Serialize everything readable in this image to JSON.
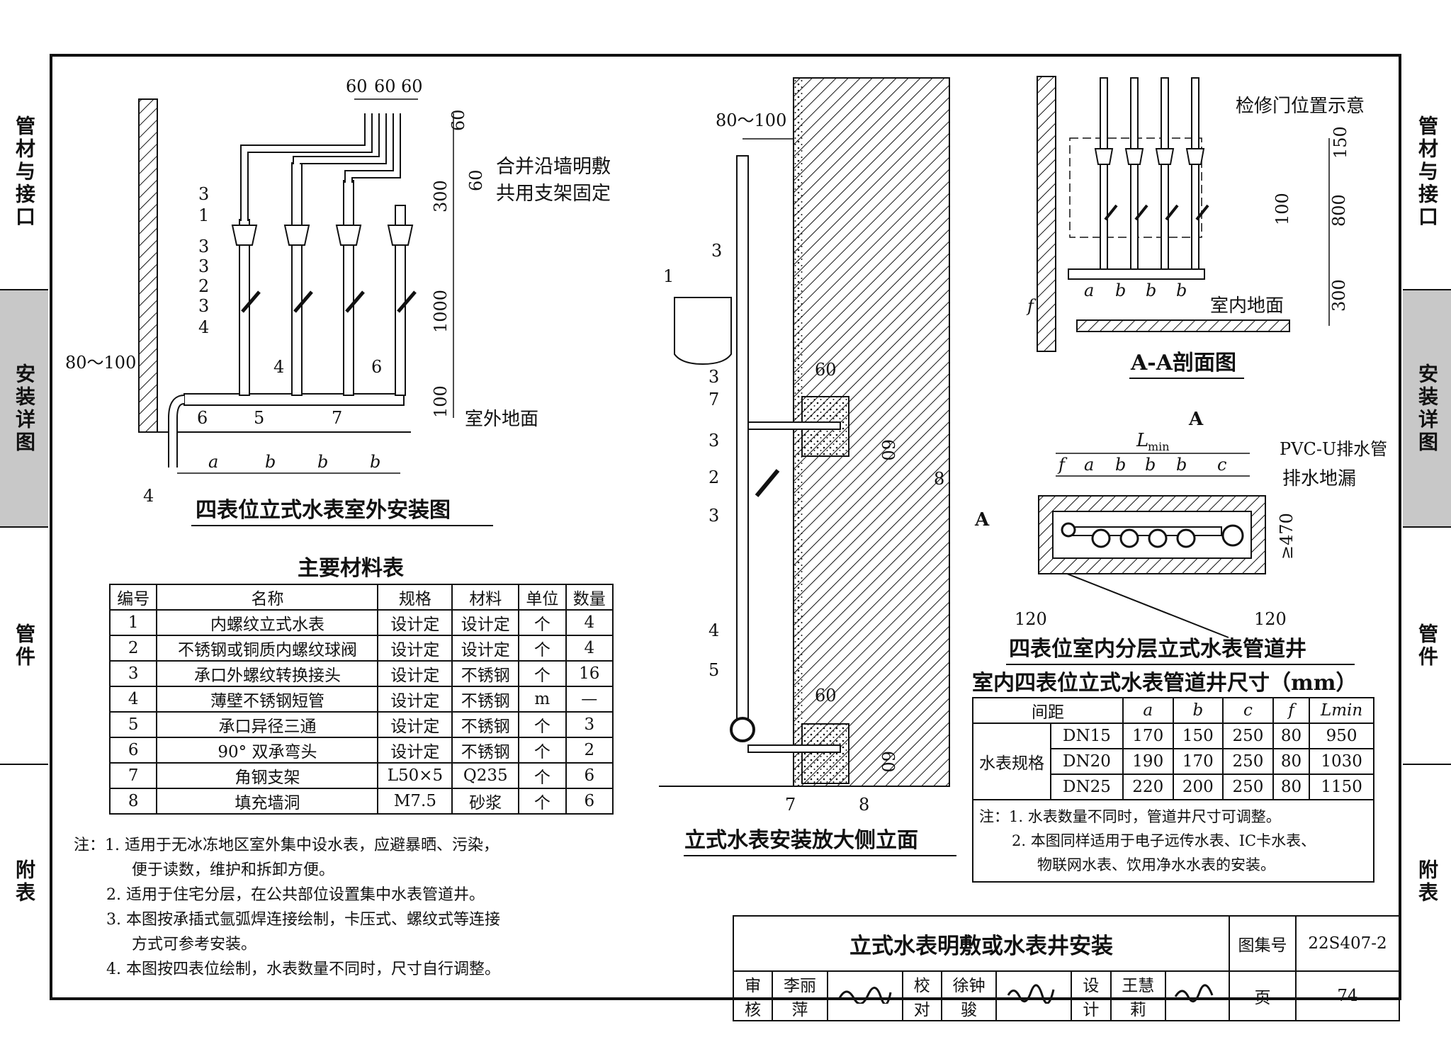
{
  "side_tabs_left": [
    "管材与接口",
    "安装详图",
    "管件",
    "附表"
  ],
  "side_tabs_right": [
    "管材与接口",
    "安装详图",
    "管件",
    "附表"
  ],
  "outdoor": {
    "title": "四表位立式水表室外安装图",
    "dims_top": [
      "60",
      "60",
      "60"
    ],
    "dims_right": [
      "60",
      "60",
      "300",
      "1000",
      "100"
    ],
    "wall_offset": "80～100",
    "callout_line1": "合并沿墙明敷",
    "callout_line2": "共用支架固定",
    "ground": "室外地面",
    "bottom_dims": [
      "a",
      "b",
      "b",
      "b"
    ],
    "part_labels": [
      "3",
      "1",
      "3",
      "3",
      "2",
      "3",
      "4",
      "4",
      "6",
      "5",
      "7",
      "6",
      "4"
    ]
  },
  "side_elevation": {
    "title": "立式水表安装放大侧立面",
    "wall_offset": "80～100",
    "dim_60_a": "60",
    "dim_60_b": "60",
    "dim_60_c": "60",
    "dim_60_d": "60",
    "labels": [
      "3",
      "1",
      "3",
      "7",
      "3",
      "2",
      "3",
      "4",
      "5",
      "8",
      "7",
      "8"
    ]
  },
  "section_aa": {
    "title": "A-A剖面图",
    "door_note": "检修门位置示意",
    "floor": "室内地面",
    "dims_right": [
      "150",
      "800",
      "100",
      "300"
    ],
    "bottom_dims": [
      "f",
      "a",
      "b",
      "b",
      "b"
    ]
  },
  "shaft_plan": {
    "title": "四表位室内分层立式水表管道井",
    "lmin": "L",
    "lmin_sub": "min",
    "dims": [
      "f",
      "a",
      "b",
      "b",
      "b",
      "c"
    ],
    "pvc": "PVC-U排水管",
    "drain": "排水地漏",
    "depth": "≥470",
    "side_l": "120",
    "side_r": "120",
    "section_mark": "A"
  },
  "material_table": {
    "title": "主要材料表",
    "headers": [
      "编号",
      "名称",
      "规格",
      "材料",
      "单位",
      "数量"
    ],
    "rows": [
      [
        "1",
        "内螺纹立式水表",
        "设计定",
        "设计定",
        "个",
        "4"
      ],
      [
        "2",
        "不锈钢或铜质内螺纹球阀",
        "设计定",
        "设计定",
        "个",
        "4"
      ],
      [
        "3",
        "承口外螺纹转换接头",
        "设计定",
        "不锈钢",
        "个",
        "16"
      ],
      [
        "4",
        "薄壁不锈钢短管",
        "设计定",
        "不锈钢",
        "m",
        "—"
      ],
      [
        "5",
        "承口异径三通",
        "设计定",
        "不锈钢",
        "个",
        "3"
      ],
      [
        "6",
        "90° 双承弯头",
        "设计定",
        "不锈钢",
        "个",
        "2"
      ],
      [
        "7",
        "角钢支架",
        "L50×5",
        "Q235",
        "个",
        "6"
      ],
      [
        "8",
        "填充墙洞",
        "M7.5",
        "砂浆",
        "个",
        "6"
      ]
    ]
  },
  "size_table": {
    "title": "室内四表位立式水表管道井尺寸（mm）",
    "head_spacing": "间距",
    "head_cols": [
      "a",
      "b",
      "c",
      "f",
      "Lmin"
    ],
    "row_group": "水表规格",
    "rows": [
      [
        "DN15",
        "170",
        "150",
        "250",
        "80",
        "950"
      ],
      [
        "DN20",
        "190",
        "170",
        "250",
        "80",
        "1030"
      ],
      [
        "DN25",
        "220",
        "200",
        "250",
        "80",
        "1150"
      ]
    ],
    "notes": [
      "注：1. 水表数量不同时，管道井尺寸可调整。",
      "2. 本图同样适用于电子远传水表、IC卡水表、",
      "物联网水表、饮用净水水表的安装。"
    ]
  },
  "notes": [
    "注：1. 适用于无冰冻地区室外集中设水表，应避暴晒、污染，",
    "便于读数，维护和拆卸方便。",
    "2. 适用于住宅分层，在公共部位设置集中水表管道井。",
    "3. 本图按承插式氩弧焊连接绘制，卡压式、螺纹式等连接",
    "方式可参考安装。",
    "4. 本图按四表位绘制，水表数量不同时，尺寸自行调整。"
  ],
  "title_block": {
    "drawing_title": "立式水表明敷或水表井安装",
    "atlas_label": "图集号",
    "atlas_no": "22S407-2",
    "page_label": "页",
    "page_no": "74",
    "review_label": "审核",
    "reviewer": "李丽萍",
    "check_label": "校对",
    "checker": "徐钟骏",
    "design_label": "设计",
    "designer": "王慧莉"
  }
}
